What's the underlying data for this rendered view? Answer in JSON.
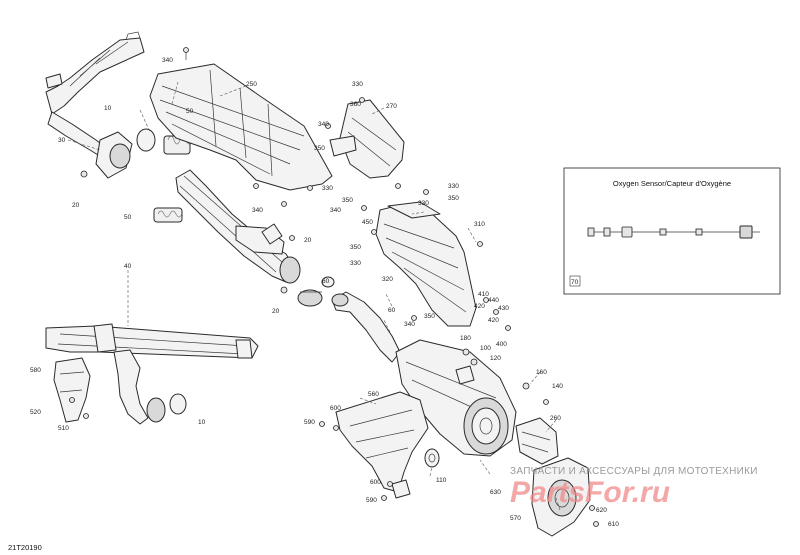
{
  "drawing_code": "21T20190",
  "inset": {
    "title": "Oxygen Sensor/Capteur d'Oxygène",
    "callout": "70"
  },
  "watermark": {
    "line1": "ЗАПЧАСТИ И АКСЕССУАРЫ ДЛЯ МОТОТЕХНИКИ",
    "line2": "PartsFor.ru"
  },
  "callouts": {
    "c10a": "10",
    "c10b": "10",
    "c20a": "20",
    "c20b": "20",
    "c20c": "20",
    "c30": "30",
    "c40": "40",
    "c50a": "50",
    "c50b": "50",
    "c60": "60",
    "c100": "100",
    "c110": "110",
    "c120": "120",
    "c140": "140",
    "c160": "160",
    "c180": "180",
    "c250": "250",
    "c260": "260",
    "c270": "270",
    "c310": "310",
    "c320": "320",
    "c330a": "330",
    "c330b": "330",
    "c330c": "330",
    "c330d": "330",
    "c330e": "330",
    "c340a": "340",
    "c340b": "340",
    "c340c": "340",
    "c340d": "340",
    "c340e": "340",
    "c350a": "350",
    "c350b": "350",
    "c350c": "350",
    "c350d": "350",
    "c360": "360",
    "c400": "400",
    "c410": "410",
    "c420a": "420",
    "c420b": "420",
    "c430": "430",
    "c440": "440",
    "c450": "450",
    "c510": "510",
    "c520": "520",
    "c560": "560",
    "c570": "570",
    "c580": "580",
    "c590a": "590",
    "c590b": "590",
    "c600a": "600",
    "c600b": "600",
    "c610": "610",
    "c620": "620",
    "c630": "630"
  }
}
